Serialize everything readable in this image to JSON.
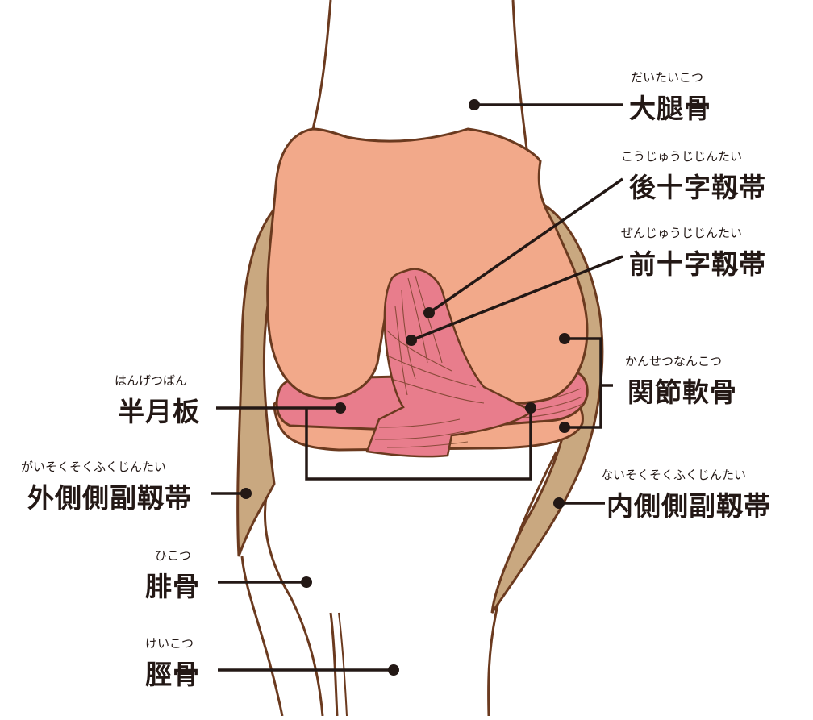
{
  "labels": {
    "femur": {
      "ruby": "だいたいこつ",
      "text": "大腿骨"
    },
    "pcl": {
      "ruby": "こうじゅうじじんたい",
      "text": "後十字靱帯"
    },
    "acl": {
      "ruby": "ぜんじゅうじじんたい",
      "text": "前十字靱帯"
    },
    "cartilage": {
      "ruby": "かんせつなんこつ",
      "text": "関節軟骨"
    },
    "meniscus": {
      "ruby": "はんげつばん",
      "text": "半月板"
    },
    "lcl": {
      "ruby": "がいそくそくふくじんたい",
      "text": "外側側副靱帯"
    },
    "mcl": {
      "ruby": "ないそくそくふくじんたい",
      "text": "内側側副靱帯"
    },
    "fibula": {
      "ruby": "ひこつ",
      "text": "腓骨"
    },
    "tibia": {
      "ruby": "けいこつ",
      "text": "脛骨"
    }
  },
  "colors": {
    "bone_fill": "#f2a98a",
    "outline": "#6b3a1f",
    "ligament_side": "#c9a880",
    "cruciate": "#e87d8c",
    "leader": "#231815"
  }
}
